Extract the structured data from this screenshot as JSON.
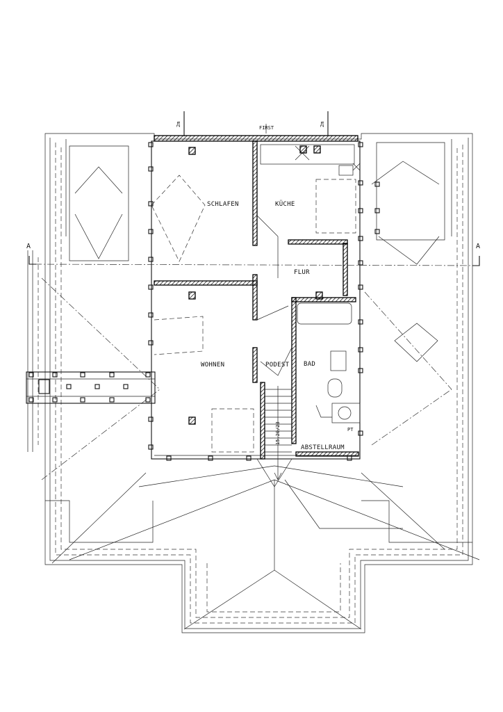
{
  "labels": {
    "ridge": "FIRST",
    "ridge_offset_left": "2m",
    "ridge_offset_right": "2m",
    "section_left": "A",
    "section_right": "A",
    "stair_dimension": "15.20/23",
    "pt": "PT"
  },
  "rooms": [
    {
      "id": "schlafen",
      "label": "SCHLAFEN"
    },
    {
      "id": "kueche",
      "label": "KÜCHE"
    },
    {
      "id": "flur",
      "label": "FLUR"
    },
    {
      "id": "wohnen",
      "label": "WOHNEN"
    },
    {
      "id": "podest",
      "label": "PODEST"
    },
    {
      "id": "bad",
      "label": "BAD"
    },
    {
      "id": "abstellraum",
      "label": "ABSTELLRAUM"
    }
  ],
  "colors": {
    "line": "#111111",
    "background": "#ffffff"
  }
}
